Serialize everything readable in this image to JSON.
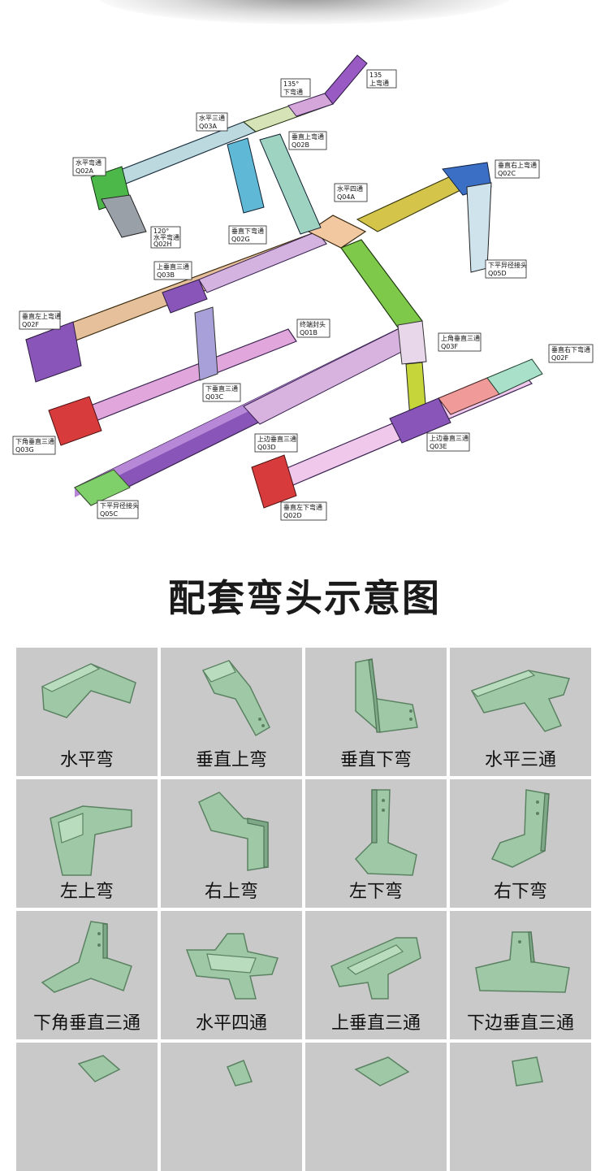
{
  "diagram": {
    "tags": [
      {
        "id": "t1",
        "lines": [
          "135°",
          "下弯通"
        ]
      },
      {
        "id": "t2",
        "lines": [
          "135",
          "上弯通"
        ]
      },
      {
        "id": "t3",
        "lines": [
          "水平三通",
          "Q03A"
        ]
      },
      {
        "id": "t4",
        "lines": [
          "垂直上弯通",
          "Q02B"
        ]
      },
      {
        "id": "t5",
        "lines": [
          "水平弯通",
          "Q02A"
        ]
      },
      {
        "id": "t6",
        "lines": [
          "120°",
          "水平弯通",
          "Q02H"
        ]
      },
      {
        "id": "t7",
        "lines": [
          "垂直下弯通",
          "Q02G"
        ]
      },
      {
        "id": "t8",
        "lines": [
          "水平四通",
          "Q04A"
        ]
      },
      {
        "id": "t9",
        "lines": [
          "垂直右上弯通",
          "Q02C"
        ]
      },
      {
        "id": "t10",
        "lines": [
          "下平异径接头",
          "Q05D"
        ]
      },
      {
        "id": "t11",
        "lines": [
          "上垂直三通",
          "Q03B"
        ]
      },
      {
        "id": "t12",
        "lines": [
          "垂直左上弯通",
          "Q02F"
        ]
      },
      {
        "id": "t13",
        "lines": [
          "终端封头",
          "Q01B"
        ]
      },
      {
        "id": "t14",
        "lines": [
          "上角垂直三通",
          "Q03F"
        ]
      },
      {
        "id": "t15",
        "lines": [
          "垂直右下弯通",
          "Q02F"
        ]
      },
      {
        "id": "t16",
        "lines": [
          "下垂直三通",
          "Q03C"
        ]
      },
      {
        "id": "t17",
        "lines": [
          "下角垂直三通",
          "Q03G"
        ]
      },
      {
        "id": "t18",
        "lines": [
          "上边垂直三通",
          "Q03D"
        ]
      },
      {
        "id": "t19",
        "lines": [
          "上边垂直三通",
          "Q03E"
        ]
      },
      {
        "id": "t20",
        "lines": [
          "下平异径接头",
          "Q05C"
        ]
      },
      {
        "id": "t21",
        "lines": [
          "垂直左下弯通",
          "Q02D"
        ]
      }
    ]
  },
  "section": {
    "title": "配套弯头示意图"
  },
  "fittings": [
    {
      "label": "水平弯",
      "icon": "horizontal-elbow-icon"
    },
    {
      "label": "垂直上弯",
      "icon": "vertical-up-elbow-icon"
    },
    {
      "label": "垂直下弯",
      "icon": "vertical-down-elbow-icon"
    },
    {
      "label": "水平三通",
      "icon": "horizontal-tee-icon"
    },
    {
      "label": "左上弯",
      "icon": "left-up-elbow-icon"
    },
    {
      "label": "右上弯",
      "icon": "right-up-elbow-icon"
    },
    {
      "label": "左下弯",
      "icon": "left-down-elbow-icon"
    },
    {
      "label": "右下弯",
      "icon": "right-down-elbow-icon"
    },
    {
      "label": "下角垂直三通",
      "icon": "lower-corner-vertical-tee-icon"
    },
    {
      "label": "水平四通",
      "icon": "horizontal-cross-icon"
    },
    {
      "label": "上垂直三通",
      "icon": "upper-vertical-tee-icon"
    },
    {
      "label": "下边垂直三通",
      "icon": "lower-side-vertical-tee-icon"
    },
    {
      "label": "",
      "icon": "fitting-icon"
    },
    {
      "label": "",
      "icon": "fitting-icon"
    },
    {
      "label": "",
      "icon": "fitting-icon"
    },
    {
      "label": "",
      "icon": "fitting-icon"
    }
  ],
  "colors": {
    "tray_green": "#9fc9a6",
    "cell_bg": "#c9c9c9"
  }
}
